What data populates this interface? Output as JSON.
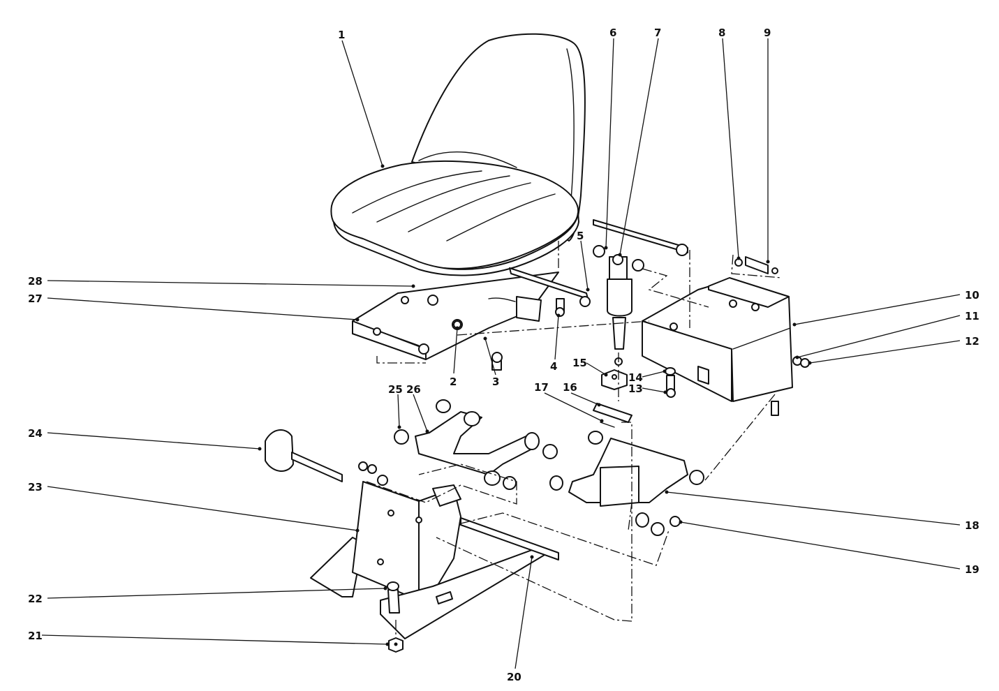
{
  "callouts": [
    "1",
    "2",
    "3",
    "4",
    "5",
    "6",
    "7",
    "8",
    "9",
    "10",
    "11",
    "12",
    "13",
    "14",
    "15",
    "16",
    "17",
    "18",
    "19",
    "20",
    "21",
    "22",
    "23",
    "24",
    "25",
    "26",
    "27",
    "28"
  ],
  "colors": {
    "ink": "#111111",
    "paper": "#ffffff"
  }
}
